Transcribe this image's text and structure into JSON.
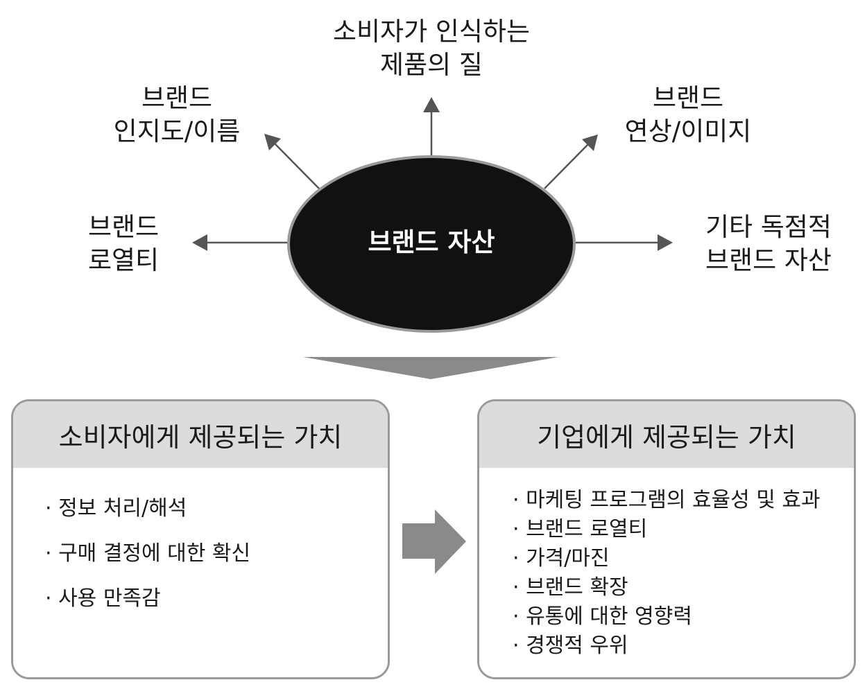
{
  "center": {
    "label": "브랜드 자산"
  },
  "nodes": {
    "top": [
      "소비자가 인식하는",
      "제품의 질"
    ],
    "upper_left": [
      "브랜드",
      "인지도/이름"
    ],
    "upper_right": [
      "브랜드",
      "연상/이미지"
    ],
    "left": [
      "브랜드",
      "로열티"
    ],
    "right": [
      "기타 독점적",
      "브랜드 자산"
    ]
  },
  "consumer_value": {
    "title": "소비자에게 제공되는 가치",
    "items": [
      "정보 처리/해석",
      "구매 결정에 대한 확신",
      "사용 만족감"
    ]
  },
  "company_value": {
    "title": "기업에게 제공되는 가치",
    "items": [
      "마케팅 프로그램의 효율성 및 효과",
      "브랜드 로열티",
      "가격/마진",
      "브랜드 확장",
      "유통에 대한 영향력",
      "경쟁적 우위"
    ]
  },
  "colors": {
    "ellipse_fill": "#111111",
    "ellipse_stroke": "#9a9a9a",
    "arrow": "#555555",
    "down_triangle": "#8a8a8a",
    "header_bg": "#dcdcdc"
  }
}
